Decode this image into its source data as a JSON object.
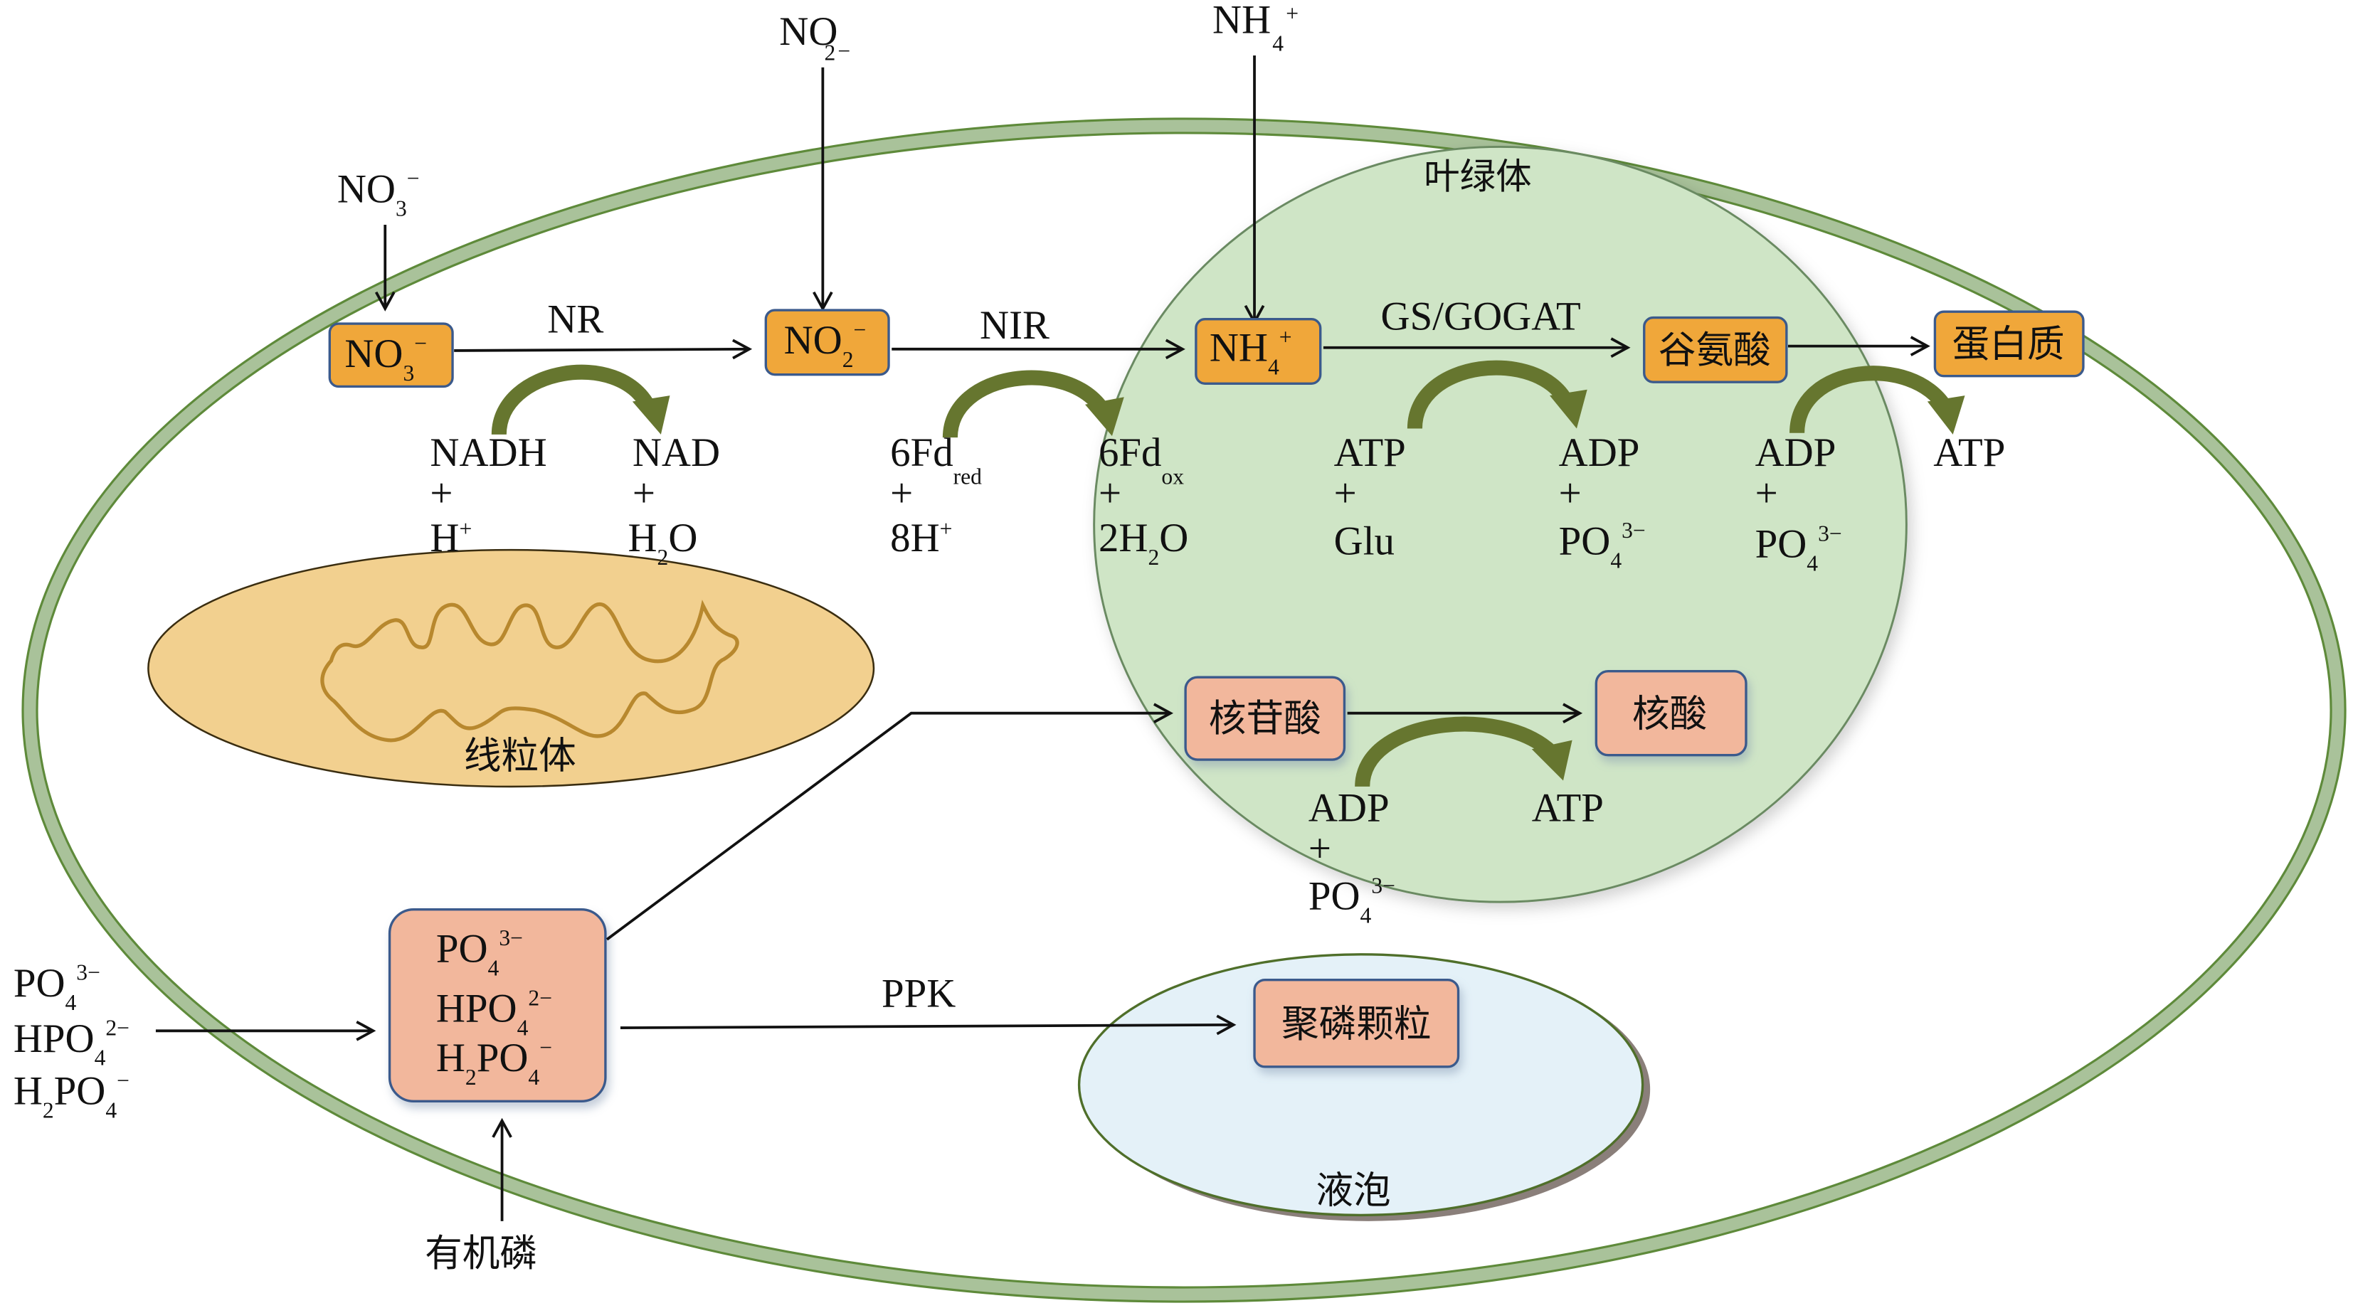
{
  "title": "Nitrogen and phosphorus assimilation in a microalgal cell",
  "colors": {
    "cell_membrane": "#a9c29a",
    "cell_membrane_edge": "#5e8a3a",
    "chloroplast": "#cfe5c6",
    "mitochondrion": "#f2d08f",
    "vacuole": "#e4f1f8",
    "nitrogen_box": "#f0a73a",
    "phosphorus_box": "#f2b79c",
    "cofactor_arrow": "#66762f"
  },
  "organelles": {
    "chloroplast": "叶绿体",
    "mitochondrion": "线粒体",
    "vacuole": "液泡"
  },
  "external_inputs": {
    "no3": {
      "base": "NO",
      "sub": "3",
      "sup": "−"
    },
    "no2": {
      "base": "NO",
      "sub": "2",
      "sup": "−"
    },
    "nh4": {
      "base": "NH",
      "sub": "4",
      "sup": "+"
    },
    "phosphates": [
      {
        "base": "PO",
        "sub": "4",
        "sup": "3−"
      },
      {
        "base": "HPO",
        "sub": "4",
        "sup": "2−"
      },
      {
        "pre": "H",
        "pre_sub": "2",
        "base": "PO",
        "sub": "4",
        "sup": "−"
      }
    ],
    "organic_p": "有机磷"
  },
  "nitrogen_pathway": {
    "boxes": [
      {
        "id": "no3",
        "base": "NO",
        "sub": "3",
        "sup": "−"
      },
      {
        "id": "no2",
        "base": "NO",
        "sub": "2",
        "sup": "−"
      },
      {
        "id": "nh4",
        "base": "NH",
        "sub": "4",
        "sup": "+"
      },
      {
        "id": "glutamate",
        "label": "谷氨酸"
      },
      {
        "id": "protein",
        "label": "蛋白质"
      }
    ],
    "enzymes": [
      "NR",
      "NIR",
      "GS/GOGAT"
    ],
    "cofactors": {
      "nr_in": [
        "NADH",
        "+",
        "H"
      ],
      "nr_in_sup": "+",
      "nr_out": [
        "NAD",
        "+",
        "H"
      ],
      "nr_out_sub": "2",
      "nr_out_tail": "O",
      "nir_in": [
        "6Fd",
        "+",
        "8H"
      ],
      "nir_in_sub": "red",
      "nir_in_sup": "+",
      "nir_out": [
        "6Fd",
        "+",
        "2H"
      ],
      "nir_out_sub": "ox",
      "nir_out_sub2": "2",
      "nir_out_tail": "O",
      "gs_in": [
        "ATP",
        "+",
        "Glu"
      ],
      "gs_out": [
        "ADP",
        "+",
        "PO"
      ],
      "gs_out_sub": "4",
      "gs_out_sup": "3−",
      "prot_in": [
        "ADP",
        "+",
        "PO"
      ],
      "prot_in_sub": "4",
      "prot_in_sup": "3−",
      "prot_out": "ATP"
    }
  },
  "phosphorus_pathway": {
    "pool": [
      {
        "base": "PO",
        "sub": "4",
        "sup": "3−"
      },
      {
        "base": "HPO",
        "sub": "4",
        "sup": "2−"
      },
      {
        "pre": "H",
        "pre_sub": "2",
        "base": "PO",
        "sub": "4",
        "sup": "−"
      }
    ],
    "nucleotide": "核苷酸",
    "nucleic_acid": "核酸",
    "polyp": "聚磷颗粒",
    "enzyme": "PPK",
    "cofactor_in": [
      "ADP",
      "+",
      "PO"
    ],
    "cofactor_in_sub": "4",
    "cofactor_in_sup": "3−",
    "cofactor_out": "ATP"
  }
}
